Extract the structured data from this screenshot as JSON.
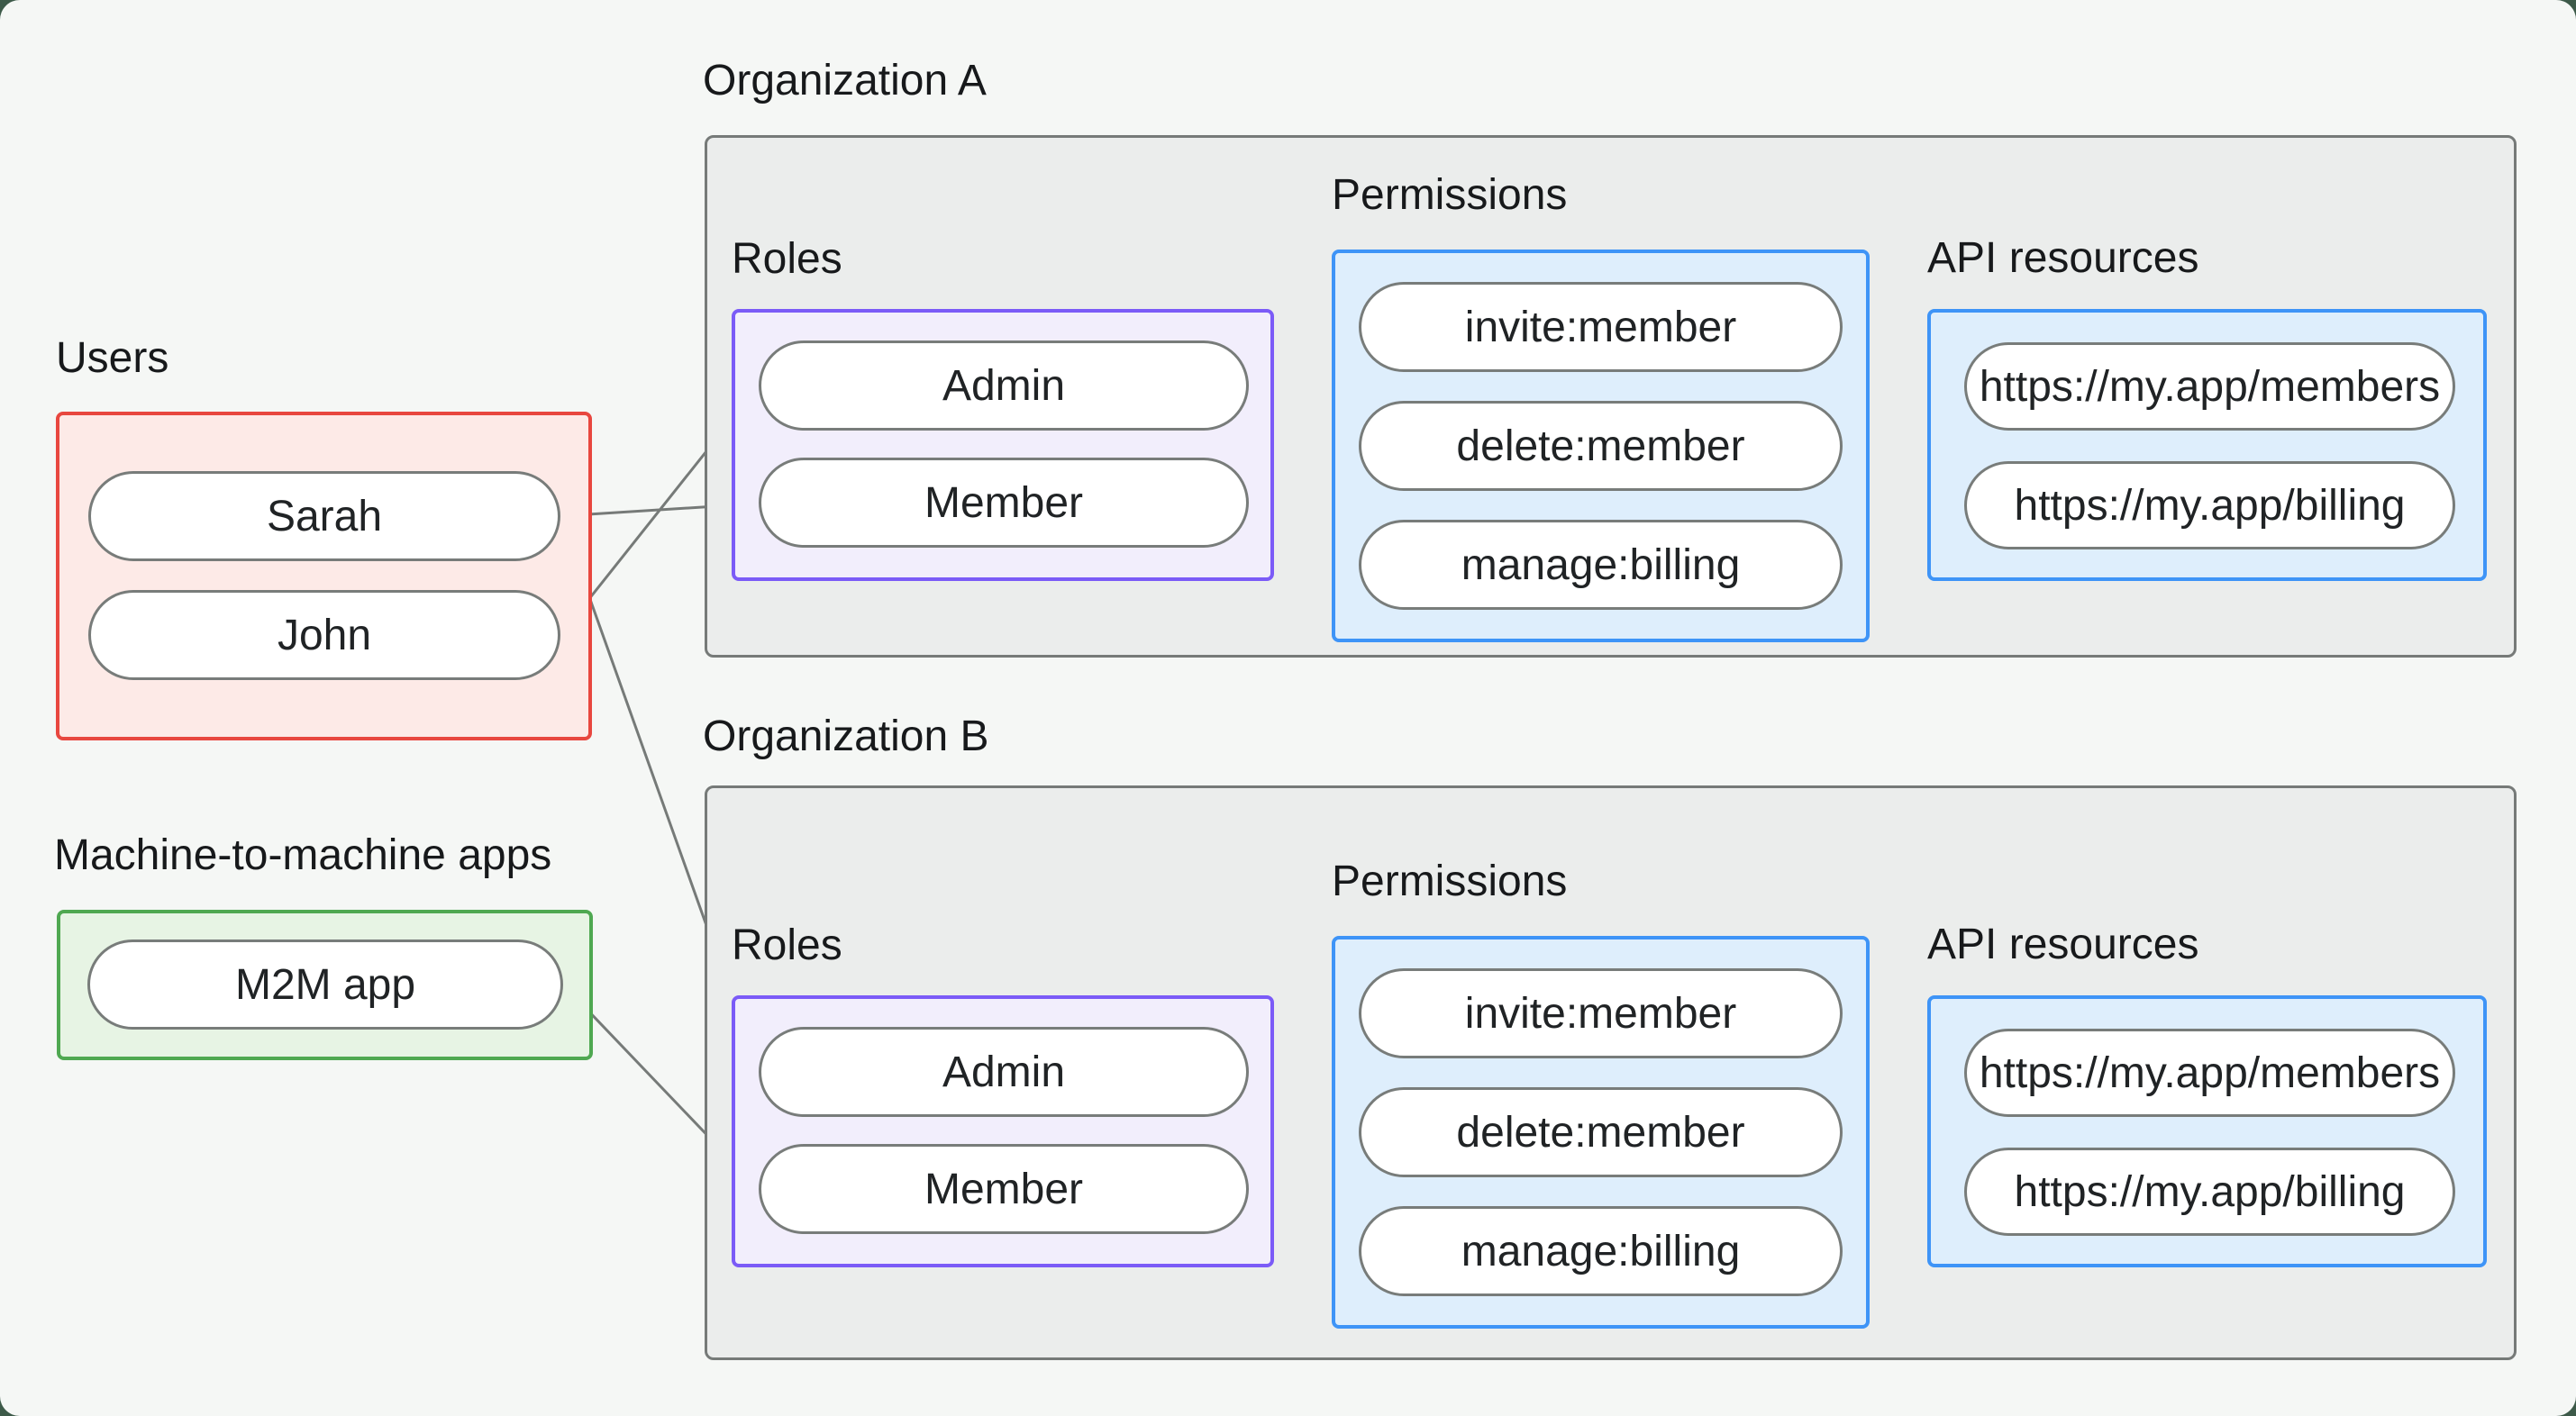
{
  "colors": {
    "canvas_bg": "#f5f7f5",
    "backdrop": "#3d5a49",
    "org_fill": "#ebedec",
    "org_border": "#767a78",
    "users_fill": "#fdeae7",
    "users_border": "#e8473f",
    "m2m_fill": "#e7f4e4",
    "m2m_border": "#4fa851",
    "roles_fill": "#f2eefc",
    "roles_border": "#7b5bf7",
    "blue_fill": "#deeefc",
    "blue_border": "#3e94f7",
    "pill_fill": "#ffffff",
    "pill_border": "#787c7a",
    "wire": "#767a78",
    "text": "#1f2225"
  },
  "users": {
    "label": "Users",
    "items": [
      "Sarah",
      "John"
    ]
  },
  "m2m": {
    "label": "Machine-to-machine apps",
    "items": [
      "M2M app"
    ]
  },
  "orgs": [
    {
      "label": "Organization A",
      "roles": {
        "label": "Roles",
        "items": [
          "Admin",
          "Member"
        ]
      },
      "permissions": {
        "label": "Permissions",
        "items": [
          "invite:member",
          "delete:member",
          "manage:billing"
        ]
      },
      "api": {
        "label": "API resources",
        "items": [
          "https://my.app/members",
          "https://my.app/billing"
        ]
      }
    },
    {
      "label": "Organization B",
      "roles": {
        "label": "Roles",
        "items": [
          "Admin",
          "Member"
        ]
      },
      "permissions": {
        "label": "Permissions",
        "items": [
          "invite:member",
          "delete:member",
          "manage:billing"
        ]
      },
      "api": {
        "label": "API resources",
        "items": [
          "https://my.app/members",
          "https://my.app/billing"
        ]
      }
    }
  ],
  "connections": [
    {
      "from": "John",
      "to": "Organization A / Admin"
    },
    {
      "from": "Sarah",
      "to": "Organization A / Member"
    },
    {
      "from": "Sarah",
      "to": "Organization B / Admin"
    },
    {
      "from": "M2M app",
      "to": "Organization B / Member"
    },
    {
      "from": "Organization A / Admin",
      "to": "Organization A / invite:member"
    },
    {
      "from": "Organization A / Admin",
      "to": "Organization A / delete:member"
    },
    {
      "from": "Organization A / Member",
      "to": "Organization A / manage:billing"
    },
    {
      "from": "Organization A / invite:member",
      "to": "Organization A / https://my.app/members"
    },
    {
      "from": "Organization A / delete:member",
      "to": "Organization A / https://my.app/members"
    },
    {
      "from": "Organization A / manage:billing",
      "to": "Organization A / https://my.app/billing"
    },
    {
      "from": "Organization B / Admin",
      "to": "Organization B / invite:member"
    },
    {
      "from": "Organization B / Admin",
      "to": "Organization B / delete:member"
    },
    {
      "from": "Organization B / Member",
      "to": "Organization B / manage:billing"
    },
    {
      "from": "Organization B / invite:member",
      "to": "Organization B / https://my.app/members"
    },
    {
      "from": "Organization B / delete:member",
      "to": "Organization B / https://my.app/members"
    },
    {
      "from": "Organization B / manage:billing",
      "to": "Organization B / https://my.app/billing"
    }
  ]
}
